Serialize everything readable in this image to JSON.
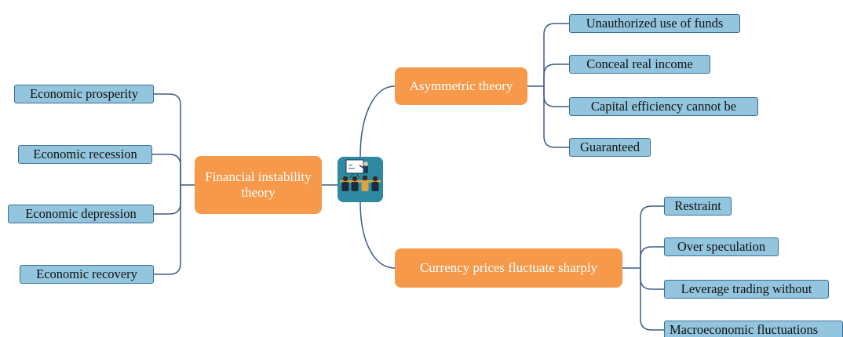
{
  "diagram": {
    "center_icon": "presentation-meeting-icon",
    "colors": {
      "leaf_fill": "#93c6de",
      "leaf_border": "#3a6f95",
      "branch_fill": "#f6994a",
      "branch_text": "#ffffff",
      "center_fill": "#2e8aa3",
      "connector": "#3f5b84"
    },
    "left": {
      "label": "Financial instability theory",
      "children": [
        "Economic prosperity",
        "Economic recession",
        "Economic depression",
        "Economic recovery"
      ]
    },
    "right_top": {
      "label": "Asymmetric theory",
      "children": [
        "Unauthorized use of funds",
        "Conceal real income",
        "Capital efficiency cannot be",
        "Guaranteed"
      ]
    },
    "right_bottom": {
      "label": "Currency prices fluctuate sharply",
      "children": [
        "Restraint",
        "Over speculation",
        "Leverage trading without",
        "Macroeconomic fluctuations"
      ]
    }
  }
}
